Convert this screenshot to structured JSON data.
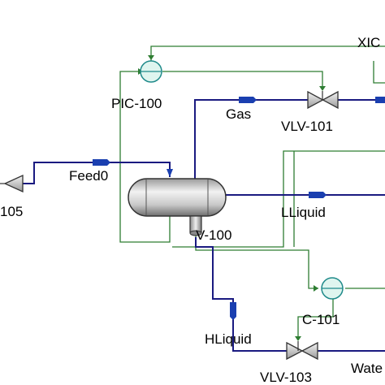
{
  "labels": {
    "pic100": "PIC-100",
    "xic": "XIC",
    "gas": "Gas",
    "vlv101": "VLV-101",
    "feed0": "Feed0",
    "num105": "105",
    "lliquid": "LLiquid",
    "v100": "V-100",
    "lic101": "C-101",
    "hliquid": "HLiquid",
    "vlv103": "VLV-103",
    "water": "Wate"
  },
  "colors": {
    "process_stream": "#1a1a80",
    "stream_arrow": "#1a3fb0",
    "signal_line": "#2e7d32",
    "controller_fill": "#dff5ef",
    "controller_stroke": "#1f8a8a"
  }
}
